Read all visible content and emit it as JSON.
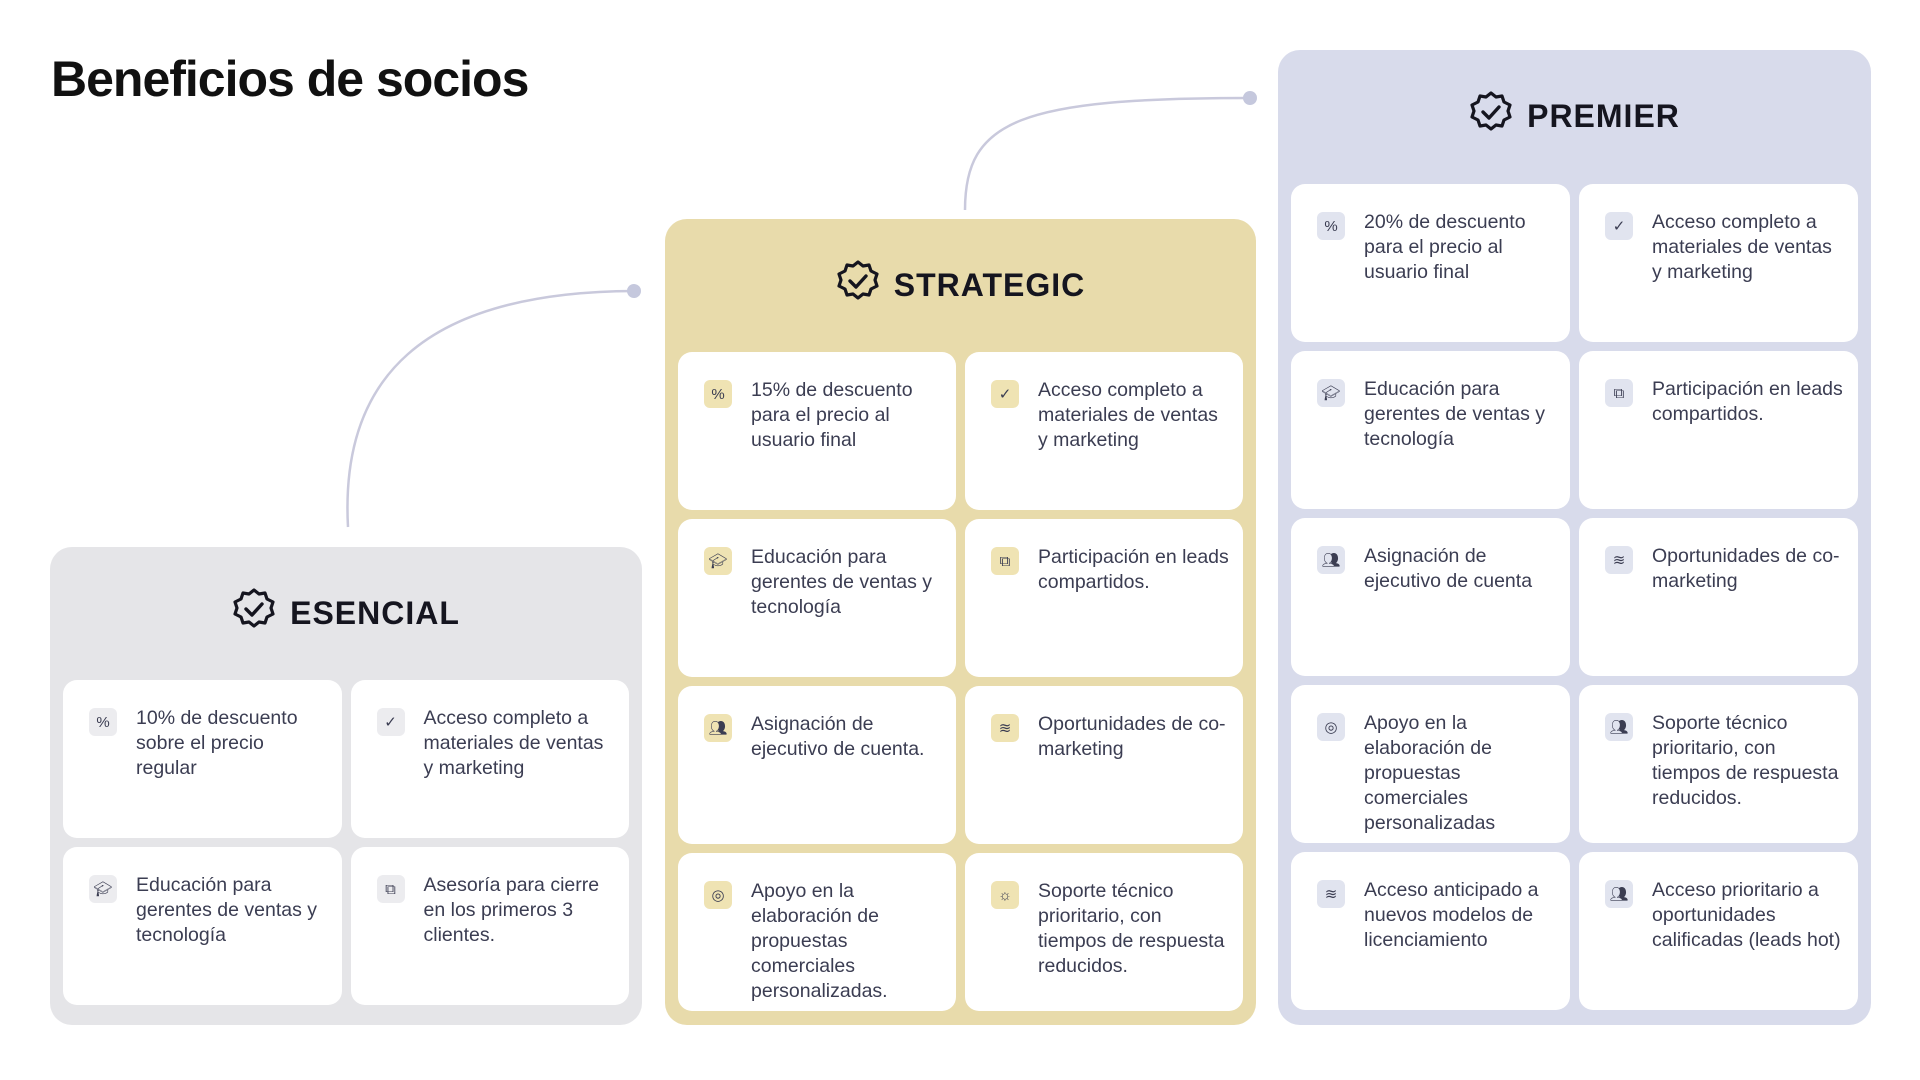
{
  "title": "Beneficios de socios",
  "tiers": [
    {
      "name": "ESENCIAL",
      "benefits": [
        {
          "icon": "percent-icon",
          "text": "10% de descuento sobre el precio regular"
        },
        {
          "icon": "badge-check-icon",
          "text": "Acceso completo a materiales de ventas y marketing"
        },
        {
          "icon": "graduation-cap-icon",
          "text": "Educación para gerentes de ventas y tecnología"
        },
        {
          "icon": "copy-icon",
          "text": "Asesoría para cierre en los primeros 3 clientes."
        }
      ]
    },
    {
      "name": "STRATEGIC",
      "benefits": [
        {
          "icon": "percent-icon",
          "text": "15% de descuento para el precio al usuario final"
        },
        {
          "icon": "badge-check-icon",
          "text": "Acceso completo a materiales de ventas y marketing"
        },
        {
          "icon": "graduation-cap-icon",
          "text": "Educación para gerentes de ventas y tecnología"
        },
        {
          "icon": "copy-icon",
          "text": "Participación en leads compartidos."
        },
        {
          "icon": "users-icon",
          "text": "Asignación de ejecutivo de cuenta."
        },
        {
          "icon": "coins-icon",
          "text": "Oportunidades de co- marketing"
        },
        {
          "icon": "target-icon",
          "text": "Apoyo en la elaboración de propuestas comerciales personalizadas."
        },
        {
          "icon": "support-icon",
          "text": "Soporte técnico prioritario, con tiempos de respuesta reducidos."
        }
      ]
    },
    {
      "name": "PREMIER",
      "benefits": [
        {
          "icon": "percent-icon",
          "text": "20% de descuento para el precio al usuario final"
        },
        {
          "icon": "badge-check-icon",
          "text": "Acceso completo a materiales de ventas y marketing"
        },
        {
          "icon": "graduation-cap-icon",
          "text": "Educación para gerentes de ventas y tecnología"
        },
        {
          "icon": "copy-icon",
          "text": "Participación en leads compartidos."
        },
        {
          "icon": "users-icon",
          "text": "Asignación de ejecutivo de cuenta"
        },
        {
          "icon": "coins-icon",
          "text": "Oportunidades de co-marketing"
        },
        {
          "icon": "target-icon",
          "text": "Apoyo en la elaboración de propuestas comerciales personalizadas"
        },
        {
          "icon": "users-icon",
          "text": "Soporte técnico prioritario, con tiempos de respuesta reducidos."
        },
        {
          "icon": "coins-icon",
          "text": "Acceso anticipado a nuevos modelos de licenciamiento"
        },
        {
          "icon": "users-icon",
          "text": "Acceso prioritario a oportunidades calificadas (leads hot)"
        }
      ]
    }
  ]
}
